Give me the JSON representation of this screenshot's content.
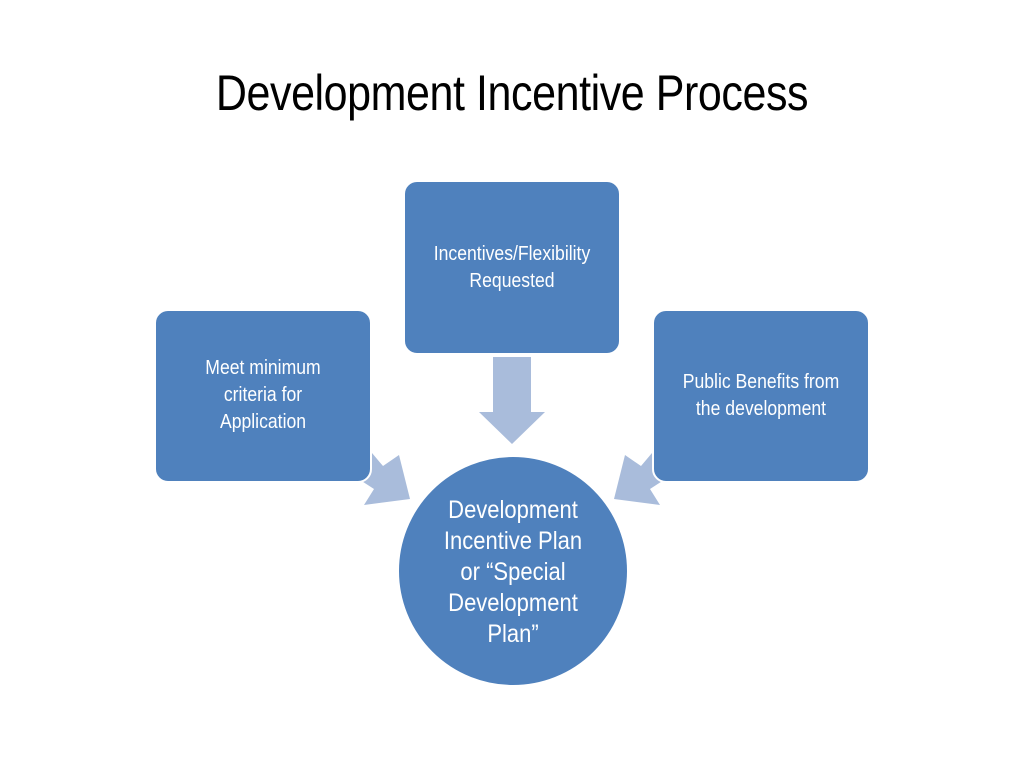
{
  "slide": {
    "title": "Development Incentive Process"
  },
  "diagram": {
    "nodes": {
      "top": {
        "label": "Incentives/Flexibility Requested"
      },
      "left": {
        "label": "Meet minimum criteria for Application"
      },
      "right": {
        "label": "Public Benefits from the development"
      },
      "center": {
        "label": "Development Incentive Plan or “Special Development Plan”"
      }
    },
    "edges": [
      {
        "from": "top",
        "to": "center"
      },
      {
        "from": "left",
        "to": "center"
      },
      {
        "from": "right",
        "to": "center"
      }
    ],
    "colors": {
      "node_fill": "#4f81bd",
      "arrow_fill": "#a9bcdb",
      "text": "#ffffff"
    }
  }
}
